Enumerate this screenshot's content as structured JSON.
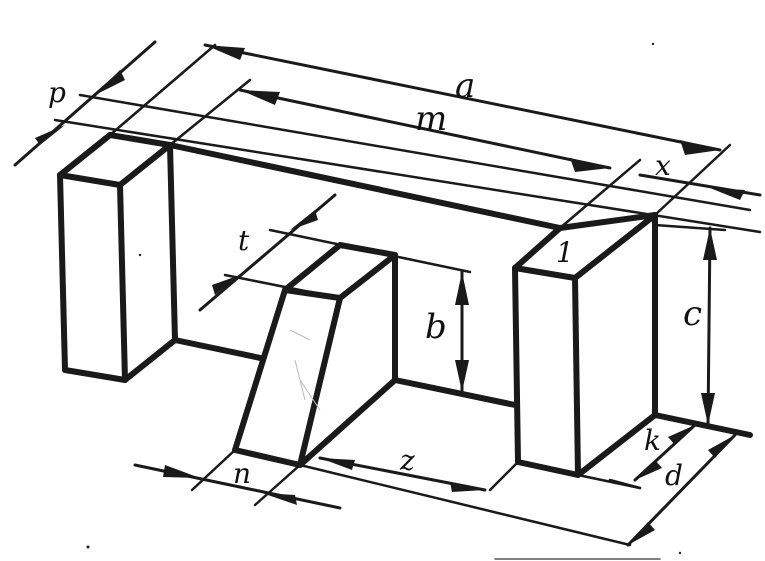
{
  "figure": {
    "type": "isometric technical drawing",
    "description": "Hand-drawn isometric view of a U-shaped block with a slanted middle rib, with dimension lines",
    "line_color": "#1a1a1a",
    "background": "#ffffff"
  },
  "labels": {
    "overall_length": "a",
    "inner_length": "m",
    "right_post_width": "x",
    "left_post_depth": "p",
    "rib_top_depth": "t",
    "rib_height": "b",
    "post_height": "c",
    "rib_base_width": "n",
    "rib_to_post_distance": "z",
    "post_base_depth": "k",
    "overall_depth": "d",
    "face_marker": "1"
  }
}
